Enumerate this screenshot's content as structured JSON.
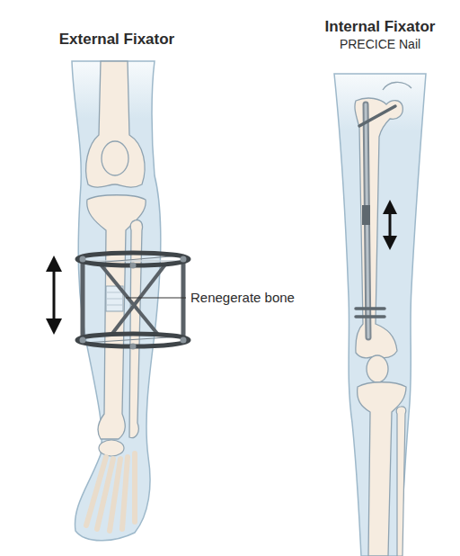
{
  "diagram": {
    "labels": [
      "External Fixator",
      "Internal Fixator",
      "PRECICE Nail",
      "Renegerate bone"
    ]
  }
}
